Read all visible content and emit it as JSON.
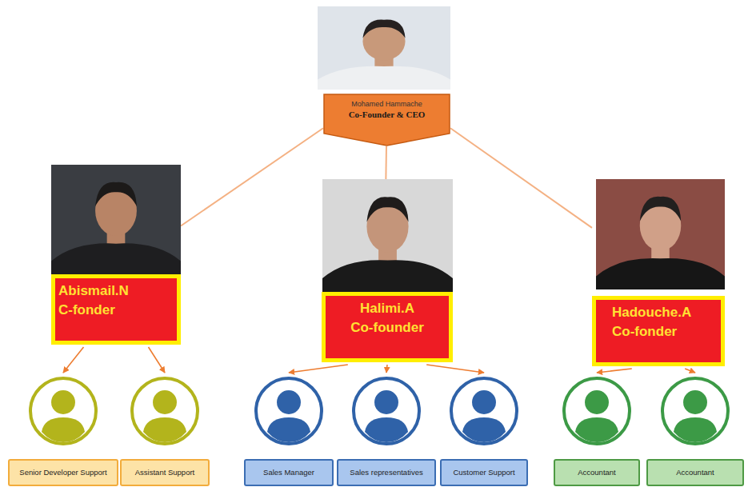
{
  "diagram": {
    "nodes": [
      {
        "text": [
          "Mohamed Hammache",
          "Co-Founder & CEO"
        ]
      },
      {
        "text": [
          "Abismail.N",
          "C-fonder"
        ]
      },
      {
        "text": [
          "Halimi.A",
          "Co-founder"
        ]
      },
      {
        "text": [
          "Hadouche.A",
          "Co-fonder"
        ]
      },
      {
        "text": [
          "Senior Developer Support"
        ]
      },
      {
        "text": [
          "Assistant Support"
        ]
      },
      {
        "text": [
          "Sales Manager"
        ]
      },
      {
        "text": [
          "Sales representatives"
        ]
      },
      {
        "text": [
          "Customer Support"
        ]
      },
      {
        "text": [
          "Accountant"
        ]
      },
      {
        "text": [
          "Accountant"
        ]
      }
    ],
    "edges": [
      {
        "from": 0,
        "to": 1,
        "arrow": "none"
      },
      {
        "from": 0,
        "to": 2,
        "arrow": "none"
      },
      {
        "from": 0,
        "to": 3,
        "arrow": "none"
      },
      {
        "from": 1,
        "to": 4,
        "arrow": "to"
      },
      {
        "from": 1,
        "to": 5,
        "arrow": "to"
      },
      {
        "from": 2,
        "to": 6,
        "arrow": "to"
      },
      {
        "from": 2,
        "to": 7,
        "arrow": "to"
      },
      {
        "from": 2,
        "to": 8,
        "arrow": "to"
      },
      {
        "from": 3,
        "to": 9,
        "arrow": "to"
      },
      {
        "from": 3,
        "to": 10,
        "arrow": "to"
      }
    ]
  }
}
